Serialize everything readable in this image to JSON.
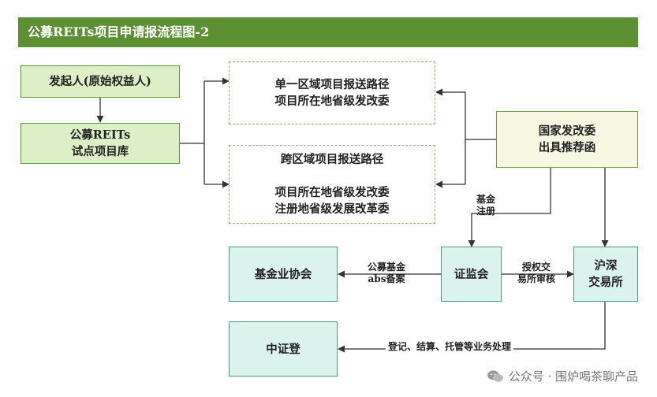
{
  "title": "公募REITs项目申请报流程图-2",
  "nodes": {
    "sponsor": "发起人(原始权益人)",
    "pilot_db": [
      "公募REITs",
      "试点项目库"
    ],
    "single_region": [
      "单一区域项目报送路径",
      "项目所在地省级发改委"
    ],
    "cross_region": [
      "跨区域项目报送路径",
      "项目所在地省级发改委",
      "注册地省级发展改革委"
    ],
    "ndrc": [
      "国家发改委",
      "出具推荐函"
    ],
    "amac": "基金业协会",
    "csrc": "证监会",
    "exchange": [
      "沪深",
      "交易所"
    ],
    "csdc": "中证登"
  },
  "edge_labels": {
    "fund_register": [
      "基金",
      "注册"
    ],
    "abs_filing": [
      "公募基金",
      "abs备案"
    ],
    "exchange_review": [
      "授权交",
      "易所审核"
    ],
    "settlement": "登记、结算、托管等业务处理"
  },
  "watermark": "公众号 · 围炉喝茶聊产品",
  "watermark_icon": "wechat-icon",
  "colors": {
    "header": "#5d8f33",
    "green_box": "#dcefc7",
    "mint_box": "#daf3ec",
    "yellow_box": "#f6f8e2",
    "line": "#333333"
  }
}
